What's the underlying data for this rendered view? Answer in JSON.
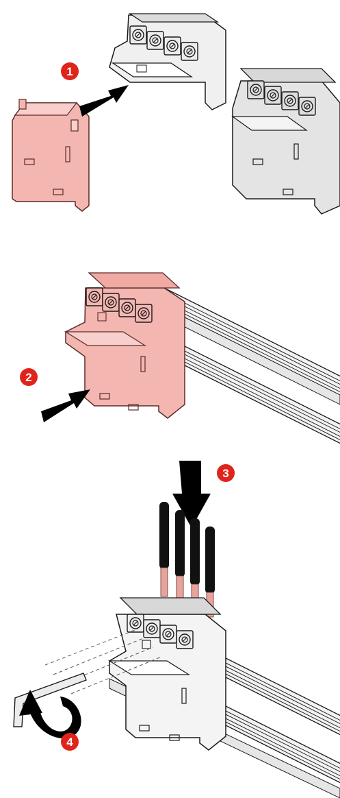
{
  "diagram": {
    "steps": [
      {
        "number": "1",
        "action": "slide-on"
      },
      {
        "number": "2",
        "action": "push-onto-rail"
      },
      {
        "number": "3",
        "action": "insert-wires"
      },
      {
        "number": "4",
        "action": "tighten-screws"
      }
    ],
    "colors": {
      "highlight_part": "#f4b6b1",
      "highlight_stroke": "#5a2a28",
      "grey_part": "#e4e4e4",
      "part_stroke": "#1a1a1a",
      "badge_red": "#e0231b",
      "badge_text": "#ffffff",
      "arrow": "#000000",
      "wire_insulation": "#111111",
      "wire_core": "#e8a49c",
      "rail_fill": "#f2f2f2"
    },
    "icons": [
      "push-arrow-icon",
      "rotate-arrow-icon",
      "hex-key-icon",
      "screw-terminal-icon"
    ]
  }
}
